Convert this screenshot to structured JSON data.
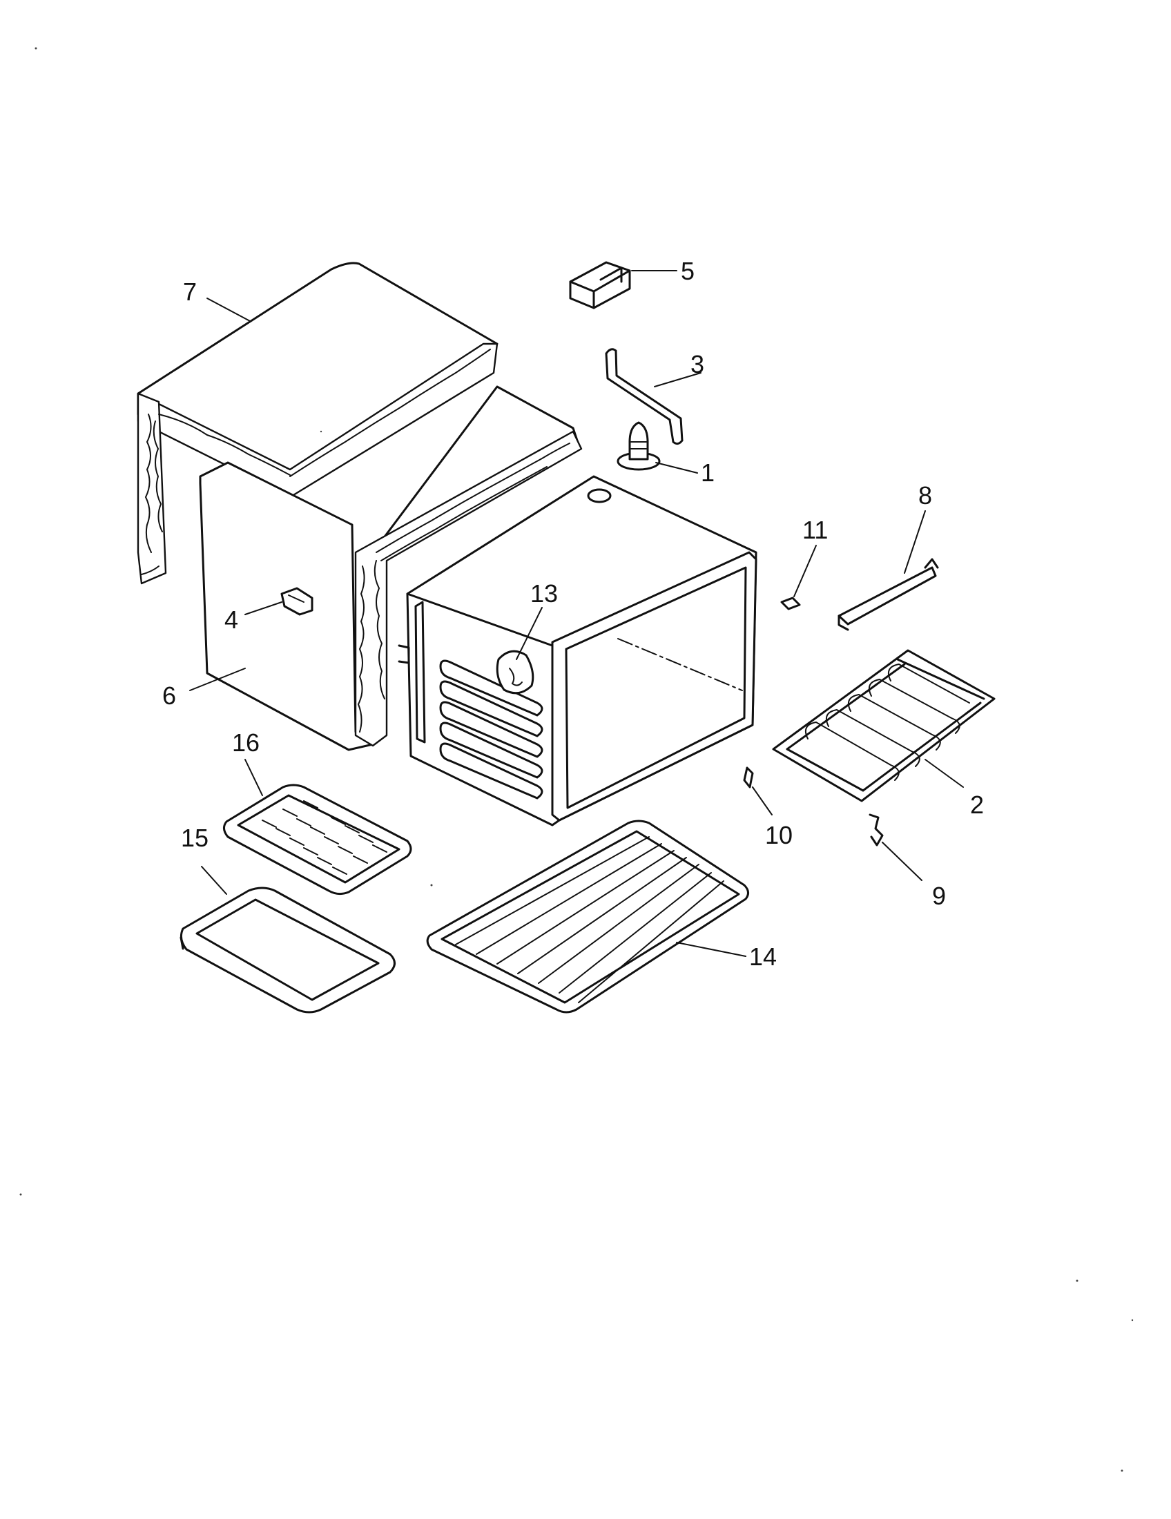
{
  "diagram": {
    "callouts": [
      {
        "id": "1",
        "label": "1"
      },
      {
        "id": "2",
        "label": "2"
      },
      {
        "id": "3",
        "label": "3"
      },
      {
        "id": "4",
        "label": "4"
      },
      {
        "id": "5",
        "label": "5"
      },
      {
        "id": "6",
        "label": "6"
      },
      {
        "id": "7",
        "label": "7"
      },
      {
        "id": "8",
        "label": "8"
      },
      {
        "id": "9",
        "label": "9"
      },
      {
        "id": "10",
        "label": "10"
      },
      {
        "id": "11",
        "label": "11"
      },
      {
        "id": "13",
        "label": "13"
      },
      {
        "id": "14",
        "label": "14"
      },
      {
        "id": "15",
        "label": "15"
      },
      {
        "id": "16",
        "label": "16"
      }
    ]
  }
}
